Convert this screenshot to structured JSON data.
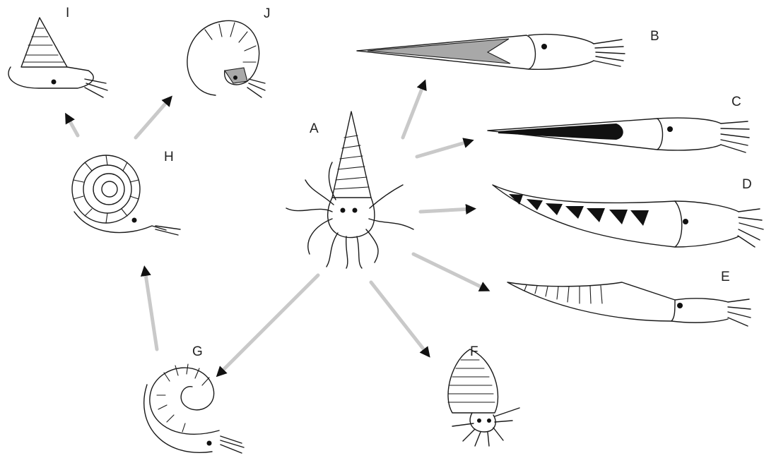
{
  "labels": {
    "A": "A",
    "B": "B",
    "C": "C",
    "D": "D",
    "E": "E",
    "F": "F",
    "G": "G",
    "H": "H",
    "I": "I",
    "J": "J"
  },
  "colors": {
    "background": "#ffffff",
    "stroke": "#1a1a1a",
    "arrow": "#c9c9c9",
    "shell_fill_gray": "#a8a8a8",
    "shell_fill_black": "#111111"
  }
}
